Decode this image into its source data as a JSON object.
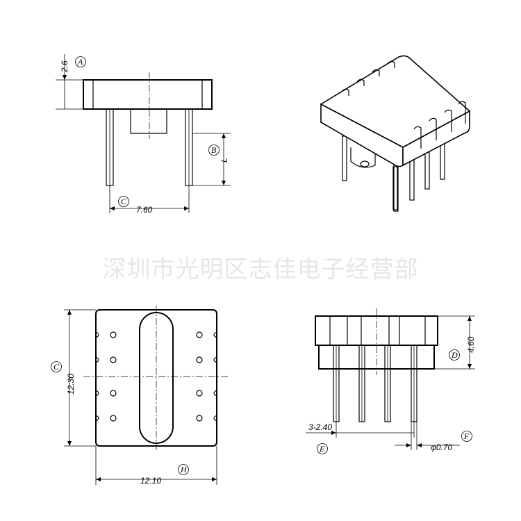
{
  "watermark": "深圳市光明区志佳电子经营部",
  "callouts": {
    "A": "A",
    "B": "B",
    "C": "C",
    "D": "D",
    "E": "E",
    "F": "F",
    "H": "H"
  },
  "dimensions": {
    "top_height": "2.6",
    "pin_length": "L",
    "pin_spacing": "7.60",
    "body_height": "12.30",
    "body_width": "12.10",
    "side_height": "4.60",
    "pin_pitch": "3-2.40",
    "pin_diameter": "φ0.70"
  }
}
